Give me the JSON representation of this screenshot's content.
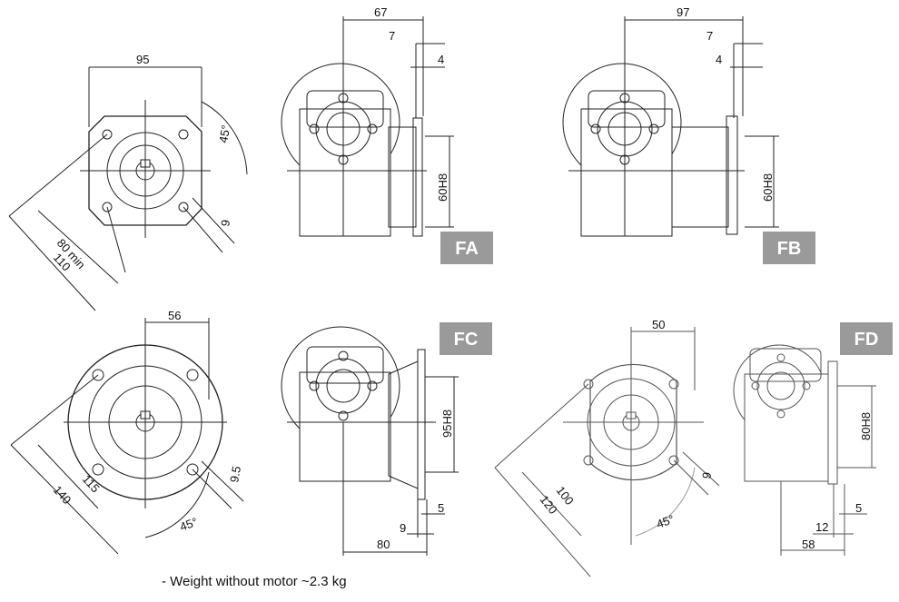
{
  "variants": {
    "fa": {
      "badge": "FA",
      "dim_total": "67",
      "dim_a": "7",
      "dim_b": "4",
      "dim_fit": "60H8",
      "front_width": "95",
      "front_d1": "80 min",
      "front_d2": "110",
      "front_angle": "45°",
      "front_hole": "9"
    },
    "fb": {
      "badge": "FB",
      "dim_total": "97",
      "dim_a": "7",
      "dim_b": "4",
      "dim_fit": "60H8"
    },
    "fc": {
      "badge": "FC",
      "dim_total": "80",
      "dim_a": "9",
      "dim_b": "5",
      "dim_fit": "95H8",
      "front_width": "56",
      "front_d1": "115",
      "front_d2": "140",
      "front_angle": "45°",
      "front_hole": "9.5"
    },
    "fd": {
      "badge": "FD",
      "dim_total": "58",
      "dim_a": "12",
      "dim_b": "5",
      "dim_fit": "80H8",
      "front_width": "50",
      "front_d1": "100",
      "front_d2": "120",
      "front_angle": "45°",
      "front_hole": "9"
    }
  },
  "note": "- Weight without motor ~2.3 kg"
}
